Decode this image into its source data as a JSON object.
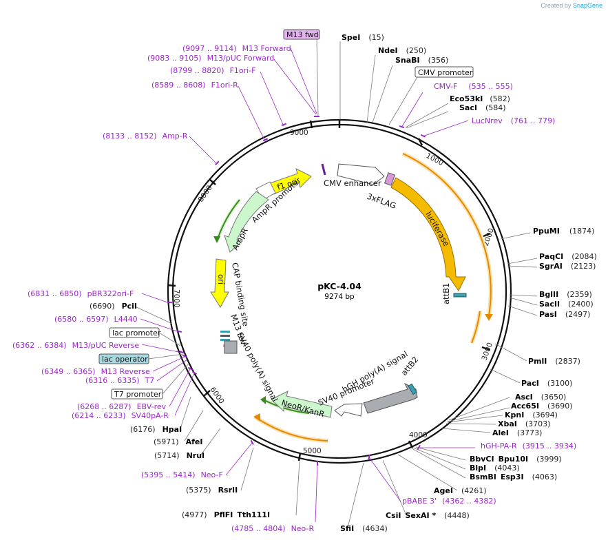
{
  "plasmid": {
    "name": "pKC-4.04",
    "length_label": "9274 bp",
    "length": 9274
  },
  "credit": {
    "created_by": "Created by",
    "brand": "SnapGene"
  },
  "ticks": [
    "1000",
    "2000",
    "3000",
    "4000",
    "5000",
    "6000",
    "7000",
    "8000",
    "9000"
  ],
  "sites": [
    {
      "name": "SpeI",
      "pos": "(15)"
    },
    {
      "name": "NdeI",
      "pos": "(250)"
    },
    {
      "name": "SnaBI",
      "pos": "(356)"
    },
    {
      "name": "Eco53kI",
      "pos": "(582)"
    },
    {
      "name": "SacI",
      "pos": "(584)"
    },
    {
      "name": "PpuMI",
      "pos": "(1874)"
    },
    {
      "name": "PaqCI",
      "pos": "(2084)"
    },
    {
      "name": "SgrAI",
      "pos": "(2123)"
    },
    {
      "name": "BglII",
      "pos": "(2359)"
    },
    {
      "name": "SacII",
      "pos": "(2400)"
    },
    {
      "name": "PasI",
      "pos": "(2497)"
    },
    {
      "name": "PmlI",
      "pos": "(2837)"
    },
    {
      "name": "PacI",
      "pos": "(3100)"
    },
    {
      "name": "AscI",
      "pos": "(3650)"
    },
    {
      "name": "Acc65I",
      "pos": "(3690)"
    },
    {
      "name": "KpnI",
      "pos": "(3694)"
    },
    {
      "name": "XbaI",
      "pos": "(3703)"
    },
    {
      "name": "AleI",
      "pos": "(3773)"
    },
    {
      "name": "BbvCI",
      "name2": "Bpu10I",
      "pos": "(3999)"
    },
    {
      "name": "BlpI",
      "pos": "(4043)"
    },
    {
      "name": "BsmBI",
      "name2": "Esp3I",
      "pos": "(4063)"
    },
    {
      "name": "AgeI",
      "pos": "(4261)"
    },
    {
      "name": "CsiI",
      "name2": "SexAI *",
      "pos": "(4448)"
    },
    {
      "name": "SfiI",
      "pos": "(4634)"
    },
    {
      "name": "PflFI",
      "name2": "Tth111I",
      "pos": "(4977)"
    },
    {
      "name": "RsrII",
      "pos": "(5375)"
    },
    {
      "name": "NruI",
      "pos": "(5714)"
    },
    {
      "name": "AfeI",
      "pos": "(5971)"
    },
    {
      "name": "HpaI",
      "pos": "(6176)"
    },
    {
      "name": "PciI",
      "pos": "(6690)"
    }
  ],
  "primers": [
    {
      "range": "(9097 .. 9114)",
      "name": "M13 Forward"
    },
    {
      "range": "(9083 .. 9105)",
      "name": "M13/pUC Forward"
    },
    {
      "range": "(8799 .. 8820)",
      "name": "F1ori-F"
    },
    {
      "range": "(8589 .. 8608)",
      "name": "F1ori-R"
    },
    {
      "range": "(8133 .. 8152)",
      "name": "Amp-R"
    },
    {
      "range": "(535 .. 555)",
      "name": "CMV-F"
    },
    {
      "range": "(761 .. 779)",
      "name": "LucNrev"
    },
    {
      "range": "(3915 .. 3934)",
      "name": "hGH-PA-R"
    },
    {
      "range": "(4362 .. 4382)",
      "name": "pBABE 3'"
    },
    {
      "range": "(4785 .. 4804)",
      "name": "Neo-R"
    },
    {
      "range": "(5395 .. 5414)",
      "name": "Neo-F"
    },
    {
      "range": "(6831 .. 6850)",
      "name": "pBR322ori-F"
    },
    {
      "range": "(6580 .. 6597)",
      "name": "L4440"
    },
    {
      "range": "(6362 .. 6384)",
      "name": "M13/pUC Reverse"
    },
    {
      "range": "(6349 .. 6365)",
      "name": "M13 Reverse"
    },
    {
      "range": "(6316 .. 6335)",
      "name": "T7"
    },
    {
      "range": "(6268 .. 6287)",
      "name": "EBV-rev"
    },
    {
      "range": "(6214 .. 6233)",
      "name": "SV40pA-R"
    }
  ],
  "boxed_labels": {
    "m13_fwd": "M13 fwd",
    "cmv_promoter": "CMV promoter",
    "lac_promoter": "lac promoter",
    "lac_operator": "lac operator",
    "t7_promoter": "T7 promoter"
  },
  "features": {
    "cmv_enhancer": "CMV enhancer",
    "flag": "3xFLAG",
    "luciferase": "luciferase",
    "attb1": "attB1",
    "f1_ori": "f1 ori",
    "ampr_promoter": "AmpR promoter",
    "ampr": "AmpR",
    "ori": "ori",
    "cap": "CAP binding site",
    "m13_rev": "M13 rev",
    "sv40_pa": "SV40 poly(A) signal",
    "hgh_pa": "hGH poly(A) signal",
    "attb2": "attB2",
    "sv40_promoter": "SV40 promoter",
    "neor": "NeoR/KanR"
  },
  "colors": {
    "luciferase": "#f5bb00",
    "f1_ori": "#ffff00",
    "ampr": "#ccf6cc",
    "neor": "#ccf6cc",
    "hgh": "#a9adb2",
    "primer": "#9a27c8",
    "orf_orange": "#e58a00",
    "orf_green": "#3c8b20",
    "lac_operator_fill": "#a9d9e0",
    "m13fwd_fill": "#e3b3f0"
  }
}
